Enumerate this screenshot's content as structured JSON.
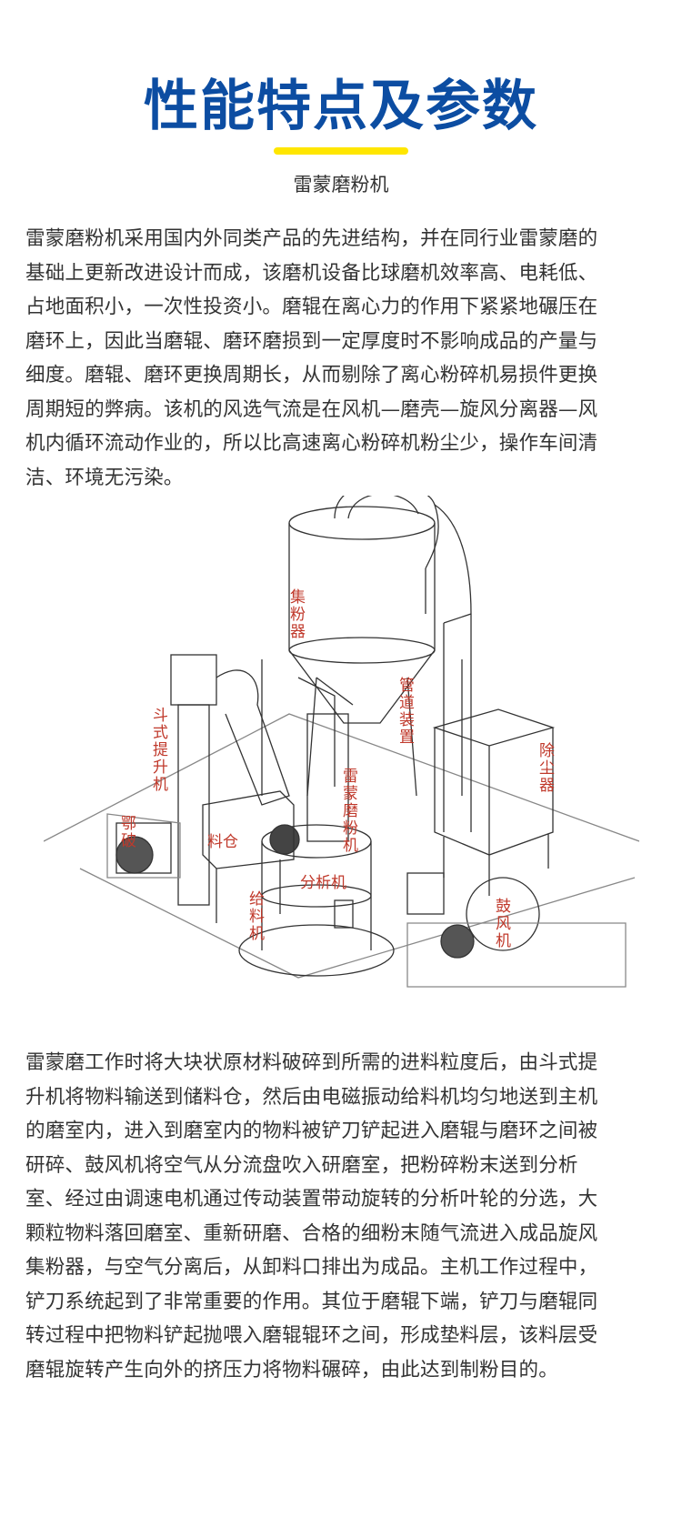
{
  "header": {
    "title": "性能特点及参数",
    "subtitle": "雷蒙磨粉机",
    "accent_color": "#0c4da2",
    "underline_color": "#ffe600"
  },
  "intro_lines": [
    "雷蒙磨粉机采用国内外同类产品的先进结构，并在同行业雷蒙磨的",
    "基础上更新改进设计而成，该磨机设备比球磨机效率高、电耗低、",
    "占地面积小，一次性投资小。磨辊在离心力的作用下紧紧地碾压在",
    "磨环上，因此当磨辊、磨环磨损到一定厚度时不影响成品的产量与",
    "细度。磨辊、磨环更换周期长，从而剔除了离心粉碎机易损件更换",
    "周期短的弊病。该机的风选气流是在风机—磨壳—旋风分离器—风",
    "机内循环流动作业的，所以比高速离心粉碎机粉尘少，操作车间清",
    "洁、环境无污染。"
  ],
  "diagram_labels": {
    "collector": "集粉器",
    "elevator": "斗式提升机",
    "pipe": "管道装置",
    "dust": "除尘器",
    "mill": "雷蒙磨粉机",
    "crusher": "鄂破",
    "bin": "料仓",
    "analyzer": "分析机",
    "feeder": "给料机",
    "blower": "鼓风机"
  },
  "process_lines": [
    "雷蒙磨工作时将大块状原材料破碎到所需的进料粒度后，由斗式提",
    "升机将物料输送到储料仓，然后由电磁振动给料机均匀地送到主机",
    "的磨室内，进入到磨室内的物料被铲刀铲起进入磨辊与磨环之间被",
    "研碎、鼓风机将空气从分流盘吹入研磨室，把粉碎粉末送到分析",
    "室、经过由调速电机通过传动装置带动旋转的分析叶轮的分选，大",
    "颗粒物料落回磨室、重新研磨、合格的细粉末随气流进入成品旋风",
    "集粉器，与空气分离后，从卸料口排出为成品。主机工作过程中，",
    "铲刀系统起到了非常重要的作用。其位于磨辊下端，铲刀与磨辊同",
    "转过程中把物料铲起抛喂入磨辊辊环之间，形成垫料层，该料层受",
    "磨辊旋转产生向外的挤压力将物料碾碎，由此达到制粉目的。"
  ]
}
